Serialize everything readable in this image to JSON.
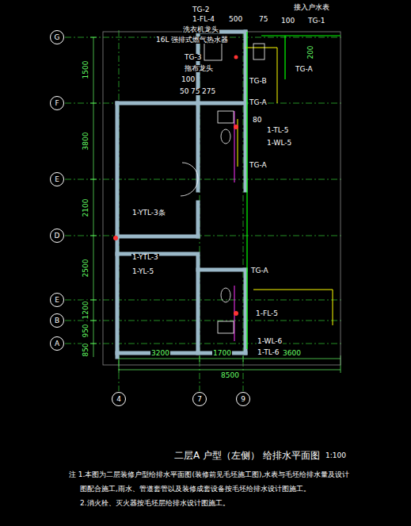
{
  "diagram": {
    "title": "二层A 户型（左侧） 给排水平面图",
    "nodes": [
      {
        "text": [
          "G"
        ]
      },
      {
        "text": [
          "F"
        ]
      },
      {
        "text": [
          "E"
        ]
      },
      {
        "text": [
          "D"
        ]
      },
      {
        "text": [
          "E"
        ]
      },
      {
        "text": [
          "B"
        ]
      },
      {
        "text": [
          "A"
        ]
      },
      {
        "text": [
          "4"
        ]
      },
      {
        "text": [
          "7"
        ]
      },
      {
        "text": [
          "9"
        ]
      }
    ],
    "labels": [
      "TG-2",
      "1-FL-4",
      "500",
      "75",
      "接入户水表",
      "100",
      "TG-1",
      "200",
      "洗衣机龙头",
      "16L 强排式燃气热水器",
      "TG-3",
      "拖布龙头",
      "100",
      "TG-B",
      "TG-A",
      "50",
      "75",
      "275",
      "TG-A",
      "80",
      "1-TL-5",
      "1-WL-5",
      "TG-A",
      "1-YTL-3条",
      "1-YTL-3",
      "1-YL-5",
      "TG-A",
      "1-FL-5",
      "1-WL-6",
      "1-TL-6",
      "1500",
      "3800",
      "2100",
      "2500",
      "1200",
      "950",
      "850",
      "3200",
      "1700",
      "3600",
      "8500",
      "1:100",
      "注 1.本图为二层装修户型给排水平面图(装修前见毛坯施工图),水表与毛坯给排水量及设计",
      "图配合施工,雨水、管道套管以及装修成套设备按毛坯给排水设计图施工。",
      "2.消火栓、灭火器按毛坯层给排水设计图施工。"
    ]
  }
}
